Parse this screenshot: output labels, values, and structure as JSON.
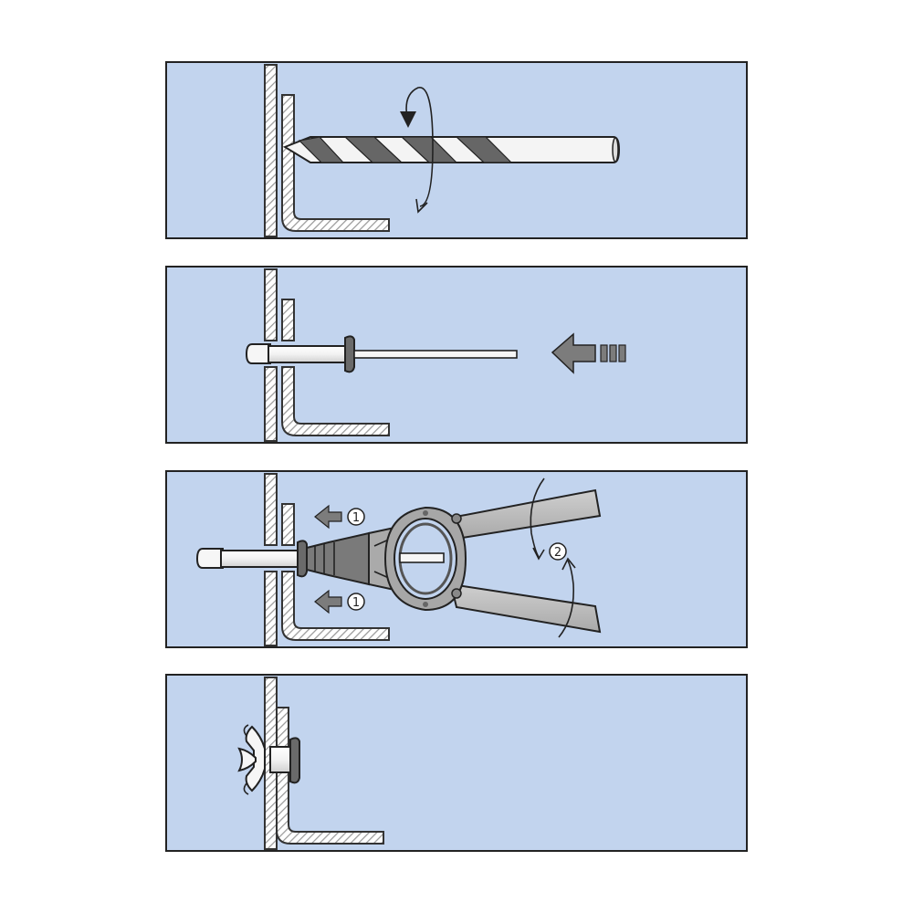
{
  "colors": {
    "panel_fill": "#c2d4ee",
    "outline": "#222222",
    "hatch": "#9a9a9a",
    "metal_dark": "#6e6e6e",
    "metal_light": "#f4f4f4",
    "tool_gray": "#b9b9b9",
    "arrow_gray": "#7c7c7c"
  },
  "panels": [
    {
      "step": "drill-hole",
      "icons": [
        "twist-drill-icon",
        "rotation-arrow-icon"
      ]
    },
    {
      "step": "insert-rivet",
      "icons": [
        "blind-rivet-icon",
        "push-direction-arrow-icon"
      ]
    },
    {
      "step": "set-rivet-with-pliers",
      "icons": [
        "rivet-pliers-icon",
        "push-arrow-icon",
        "squeeze-rotation-icon"
      ]
    },
    {
      "step": "set-rivet-result",
      "icons": [
        "set-rivet-icon"
      ]
    }
  ],
  "labels": {
    "push_top": "1",
    "push_bottom": "1",
    "squeeze": "2"
  }
}
